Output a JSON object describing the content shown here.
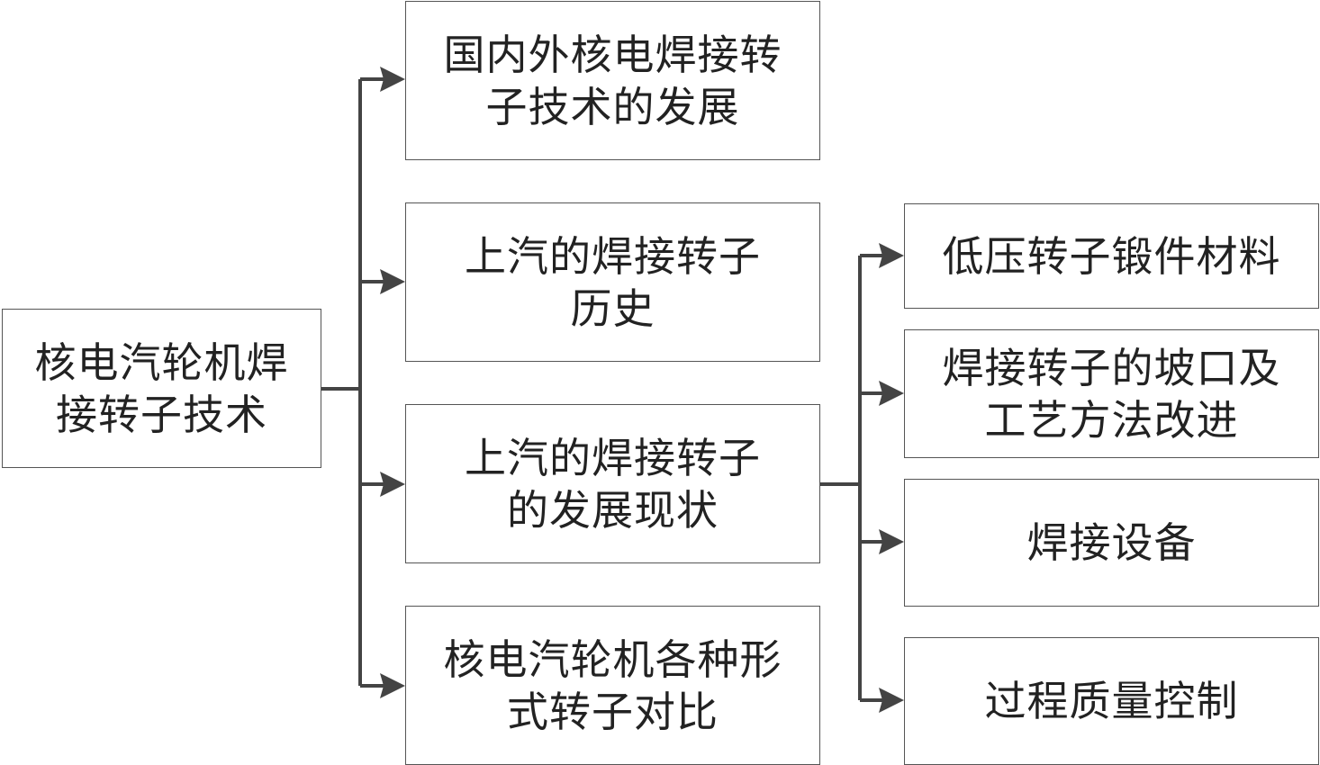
{
  "root": {
    "lines": [
      "核电汽轮机焊",
      "接转子技术"
    ]
  },
  "level1": [
    {
      "lines": [
        "国内外核电焊接转",
        "子技术的发展"
      ]
    },
    {
      "lines": [
        "上汽的焊接转子",
        "历史"
      ]
    },
    {
      "lines": [
        "上汽的焊接转子",
        "的发展现状"
      ]
    },
    {
      "lines": [
        "核电汽轮机各种形",
        "式转子对比"
      ]
    }
  ],
  "level2": [
    {
      "lines": [
        "低压转子锻件材料"
      ]
    },
    {
      "lines": [
        "焊接转子的坡口及",
        "工艺方法改进"
      ]
    },
    {
      "lines": [
        "焊接设备"
      ]
    },
    {
      "lines": [
        "过程质量控制"
      ]
    }
  ],
  "colors": {
    "connector": "#444444",
    "border": "#555555",
    "text": "#222222"
  }
}
